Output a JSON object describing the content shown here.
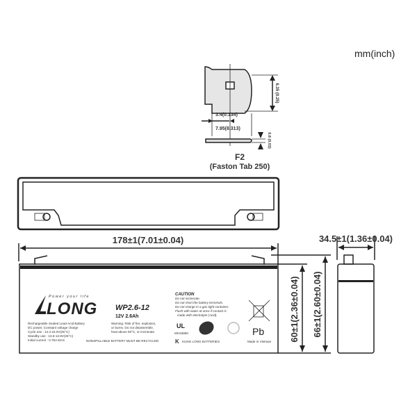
{
  "units_label": "mm(inch)",
  "terminal": {
    "name": "F2",
    "type": "(Faston Tab 250)",
    "dims": {
      "tab_width": "6.35 (0.25)",
      "hole_offset": "3.4(0.134)",
      "tab_length": "7.95(8.313)",
      "thickness": "0.8 (0.03)"
    }
  },
  "dimensions": {
    "length": "178±1(7.01±0.04)",
    "width": "34.5±1(1.36±0.04)",
    "height_container": "60±1(2.36±0.04)",
    "height_total": "66±1(2.60±0.04)"
  },
  "label": {
    "brand": "LONG",
    "slogan": "Power your life",
    "model": "WP2.6-12",
    "rating": "12V 2.6Ah",
    "spec_lines": [
      "Rechargeable Sealed Lead-Acid Battery",
      "DC power, Constant voltage charge",
      "Cycle use : 14.4-15.0V(25°C)",
      "Standby use : 13.6-13.8V(25°C)",
      "Initial current : 0.78A MAX"
    ],
    "warning_lines": [
      "Warning: Risk of fire, explosion,",
      "or burns. Do not disassemble,",
      "heat above 60°C, or incinerate."
    ],
    "recycle_note": "NONSPILLABLE   BATTERY MUST BE RECYCLED",
    "caution_title": "CAUTION",
    "caution_lines": [
      "Do not incinerate.",
      "Do not short the battery terminals.",
      "Do not charge in a gas tight container.",
      "Flush with water at once if contact is",
      "made with electrolyte (Acid)."
    ],
    "ul_code": "MH15860",
    "maker": "KUNG LONG BATTERIES",
    "origin": "Made in Vietnam",
    "pb": "Pb"
  }
}
